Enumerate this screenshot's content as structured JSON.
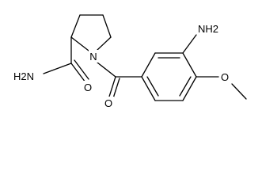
{
  "molecule": {
    "atoms": {
      "n_ring": "N",
      "amide_n": "H2N",
      "amide_o": "O",
      "ketone_o": "O",
      "amino": "NH2",
      "methoxy_o": "O"
    }
  }
}
